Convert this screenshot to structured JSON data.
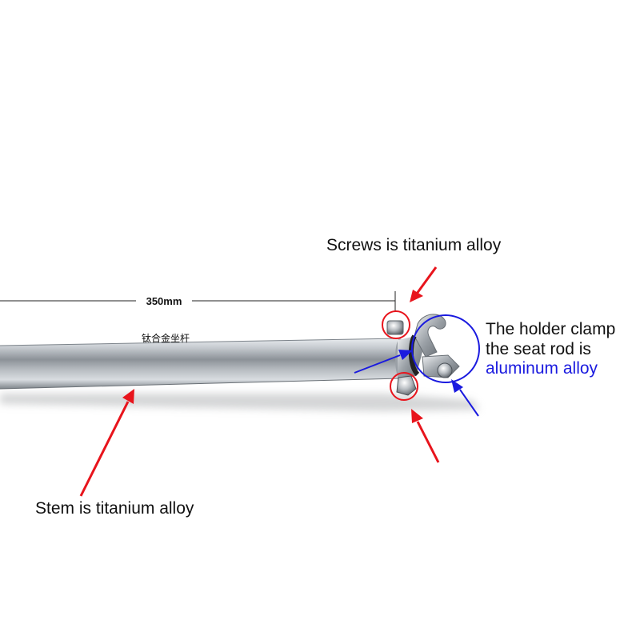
{
  "dimension": {
    "value_label": "350mm"
  },
  "tube": {
    "stamp_text": "钛合金坐杆"
  },
  "callouts": {
    "screws": "Screws is titanium alloy",
    "clamp_line1": "The holder clamp",
    "clamp_line2": "the seat rod is",
    "clamp_line3": "aluminum alloy",
    "stem": "Stem is titanium alloy"
  },
  "colors": {
    "callout_red": "#e8141c",
    "callout_blue": "#1a1adf",
    "text_black": "#111111",
    "tube_metal": "#a8adb3"
  },
  "icons": {
    "arrow_style": "solid-line-with-head",
    "highlight_style": "circle-outline"
  }
}
